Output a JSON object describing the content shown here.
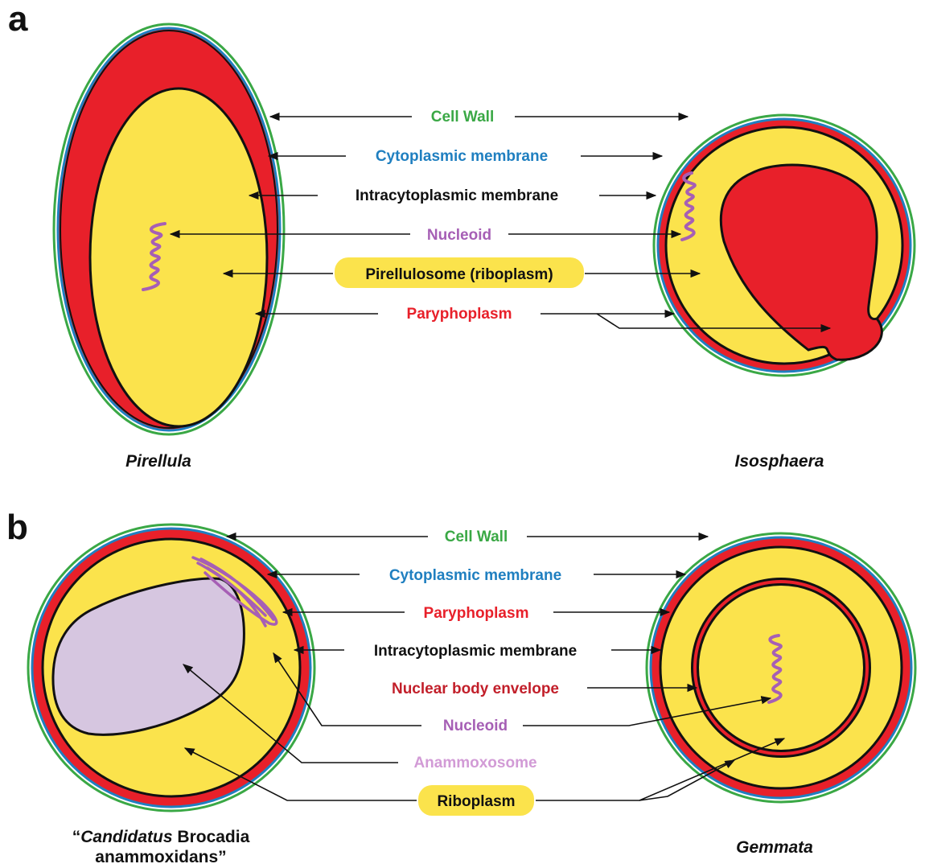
{
  "panel_a": {
    "letter": "a",
    "labels": {
      "cell_wall": "Cell Wall",
      "cytoplasmic_membrane": "Cytoplasmic membrane",
      "intracytoplasmic_membrane": "Intracytoplasmic membrane",
      "nucleoid": "Nucleoid",
      "pirellulosome": "Pirellulosome (riboplasm)",
      "paryphoplasm": "Paryphoplasm"
    },
    "organism_left": "Pirellula",
    "organism_right": "Isosphaera"
  },
  "panel_b": {
    "letter": "b",
    "labels": {
      "cell_wall": "Cell Wall",
      "cytoplasmic_membrane": "Cytoplasmic membrane",
      "paryphoplasm": "Paryphoplasm",
      "intracytoplasmic_membrane": "Intracytoplasmic membrane",
      "nuclear_body_envelope": "Nuclear body envelope",
      "nucleoid": "Nucleoid",
      "anammoxosome": "Anammoxosome",
      "riboplasm": "Riboplasm"
    },
    "organism_left_line1_italic": "Candidatus",
    "organism_left_line1_rest": " Brocadia",
    "organism_left_open_quote": "“",
    "organism_left_line2": "anammoxidans”",
    "organism_right": "Gemmata"
  },
  "colors": {
    "cell_wall": "#3aa845",
    "cytoplasmic_membrane": "#1f7fc0",
    "paryphoplasm": "#e8202a",
    "riboplasm": "#fbe34c",
    "nucleoid": "#a65fb5",
    "anammoxosome": "#d6c6e0",
    "intracytoplasmic_membrane": "#111111",
    "nuclear_envelope": "#e8202a"
  }
}
